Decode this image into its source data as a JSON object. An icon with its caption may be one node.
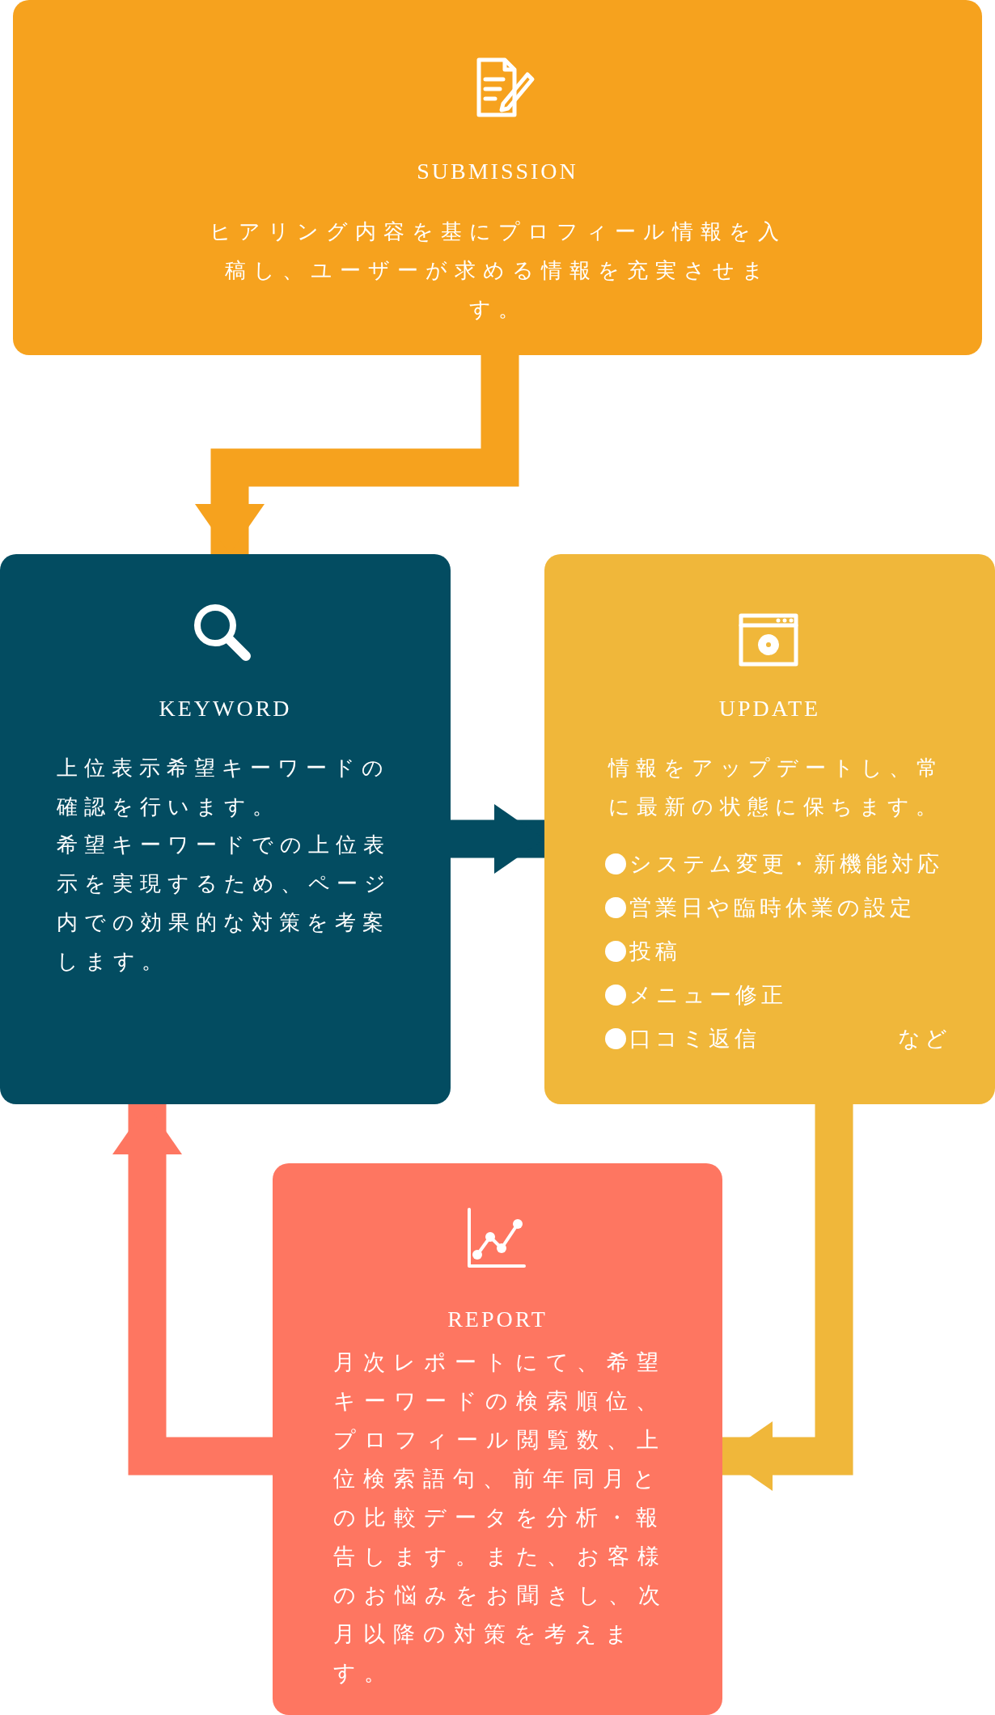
{
  "diagram": {
    "nodes": [
      {
        "text": [
          "SUBMISSION",
          "ヒアリング内容を基にプロフィール情報を入稿し、ユーザーが求める情報を充実させます。"
        ]
      },
      {
        "text": [
          "KEYWORD",
          "上位表示希望キーワードの確認を行います。",
          "希望キーワードでの上位表示を実現するため、ページ内での効果的な対策を考案します。"
        ]
      },
      {
        "text": [
          "UPDATE",
          "情報をアップデートし、常に最新の状態に保ちます。",
          "システム変更・新機能対応",
          "営業日や臨時休業の設定",
          "投稿",
          "メニュー修正",
          "口コミ返信",
          "など"
        ]
      },
      {
        "text": [
          "REPORT",
          "月次レポートにて、希望キーワードの検索順位、プロフィール閲覧数、上位検索語句、前年同月との比較データを分析・報告します。また、お客様のお悩みをお聞きし、次月以降の対策を考えます。"
        ]
      }
    ],
    "edges": [
      {
        "from": 0,
        "to": 1,
        "arrow": "to",
        "color": "#f6a21e"
      },
      {
        "from": 1,
        "to": 2,
        "arrow": "to",
        "color": "#034c61"
      },
      {
        "from": 2,
        "to": 3,
        "arrow": "to",
        "color": "#f0b73a"
      },
      {
        "from": 3,
        "to": 1,
        "arrow": "to",
        "color": "#fe7661"
      }
    ]
  }
}
